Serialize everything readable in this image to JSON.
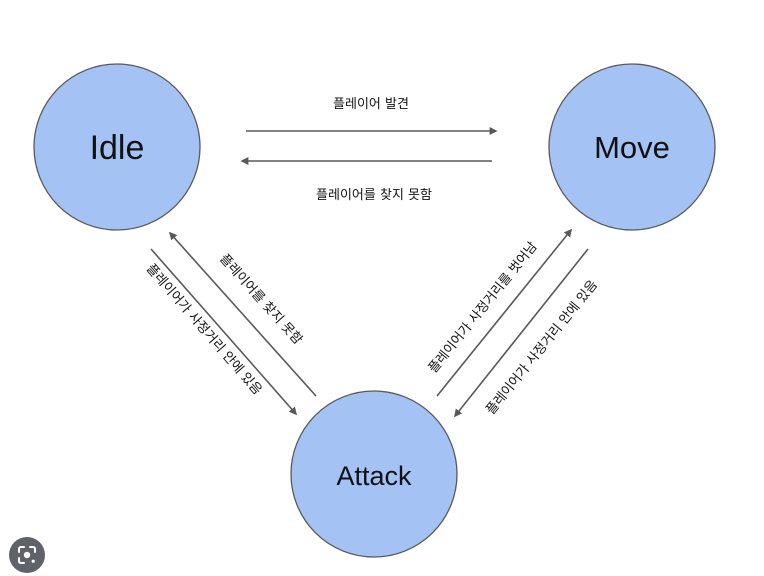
{
  "states": {
    "idle": "Idle",
    "move": "Move",
    "attack": "Attack"
  },
  "transitions": {
    "idle_to_move": "플레이어 발견",
    "move_to_idle": "플레이어를 찾지 못함",
    "attack_to_idle": "플레이어를 찾지 못함",
    "idle_to_attack": "플레이어가 사정거리 안에 있음",
    "attack_to_move": "플레이어가 사정거리를 벗어남",
    "move_to_attack": "플레이어가 사정거리 안에 있음"
  },
  "colors": {
    "node_fill": "#a4c2f4",
    "node_stroke": "#595959",
    "arrow": "#595959"
  },
  "icons": {
    "lens": "image-search-icon"
  }
}
